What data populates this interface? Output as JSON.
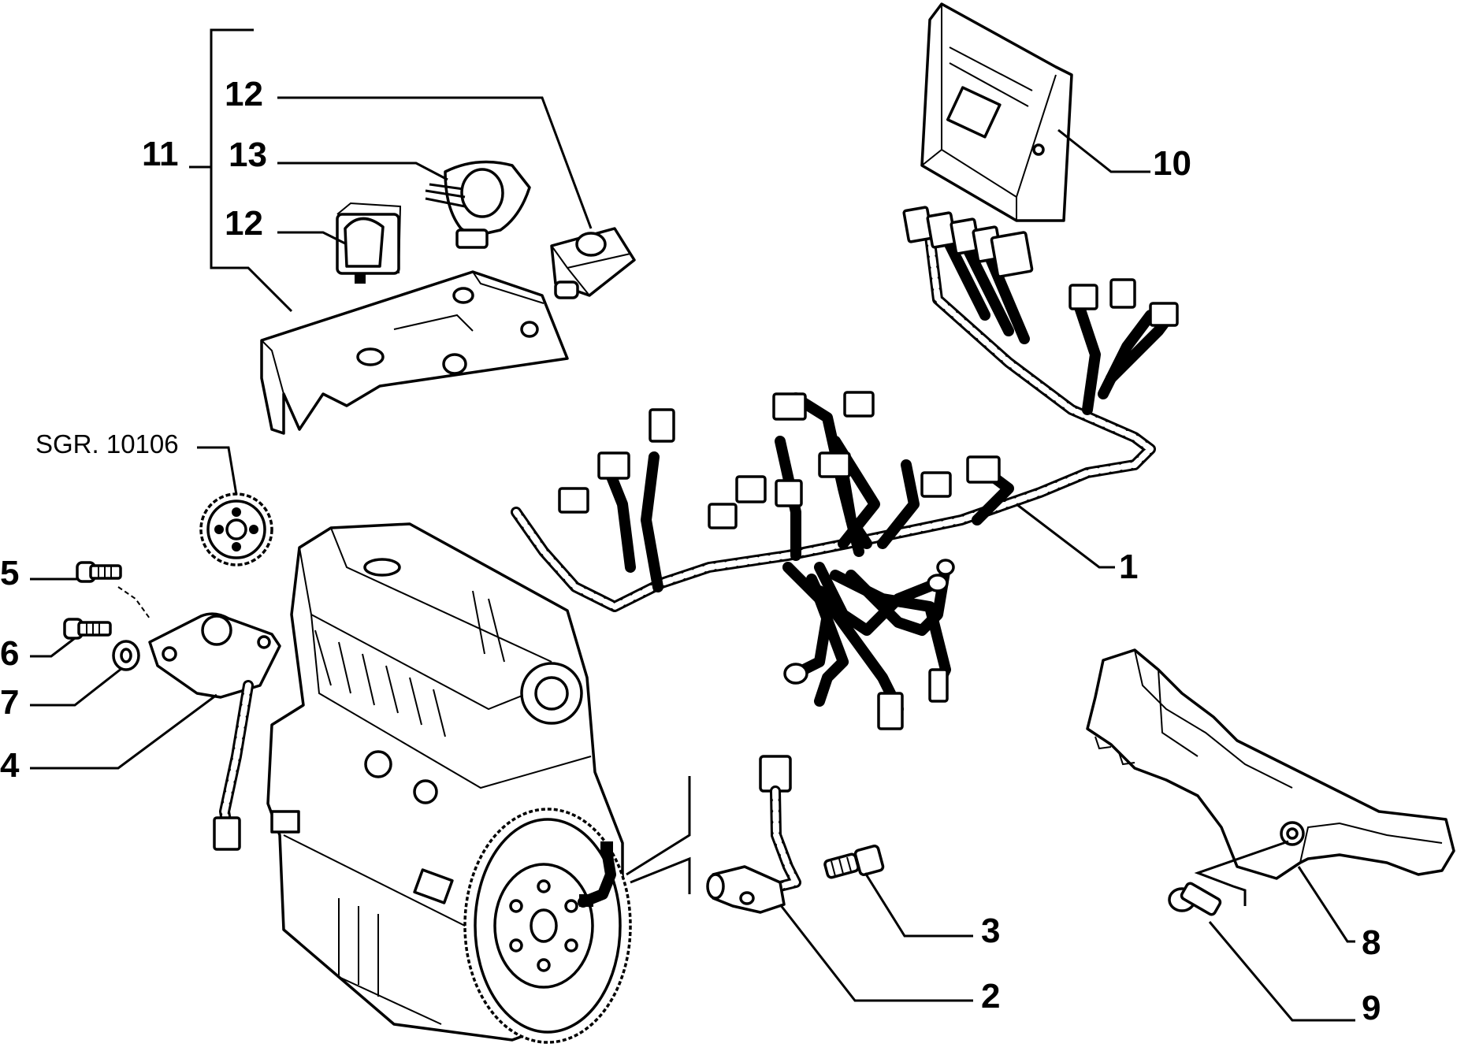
{
  "diagram": {
    "reference": "SGR. 10106",
    "callouts": [
      {
        "id": "1",
        "label": "1"
      },
      {
        "id": "2",
        "label": "2"
      },
      {
        "id": "3",
        "label": "3"
      },
      {
        "id": "4",
        "label": "4"
      },
      {
        "id": "5",
        "label": "5"
      },
      {
        "id": "6",
        "label": "6"
      },
      {
        "id": "7",
        "label": "7"
      },
      {
        "id": "8",
        "label": "8"
      },
      {
        "id": "9",
        "label": "9"
      },
      {
        "id": "10",
        "label": "10"
      },
      {
        "id": "11",
        "label": "11"
      },
      {
        "id": "12a",
        "label": "12"
      },
      {
        "id": "12b",
        "label": "12"
      },
      {
        "id": "13",
        "label": "13"
      }
    ]
  }
}
